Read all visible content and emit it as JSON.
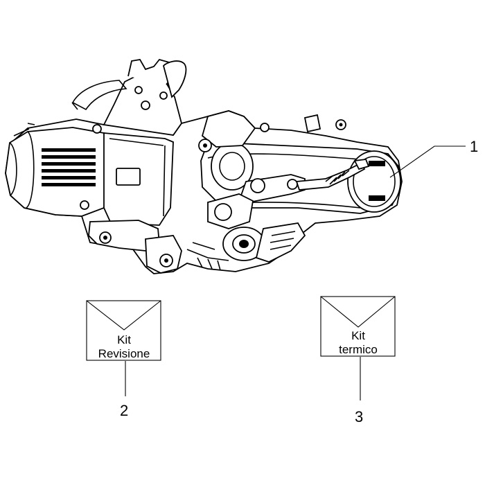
{
  "callouts": {
    "part1": "1",
    "part2": "2",
    "part3": "3"
  },
  "kits": {
    "revisione": {
      "line1": "Kit",
      "line2": "Revisione"
    },
    "termico": {
      "line1": "Kit",
      "line2": "termico"
    }
  }
}
